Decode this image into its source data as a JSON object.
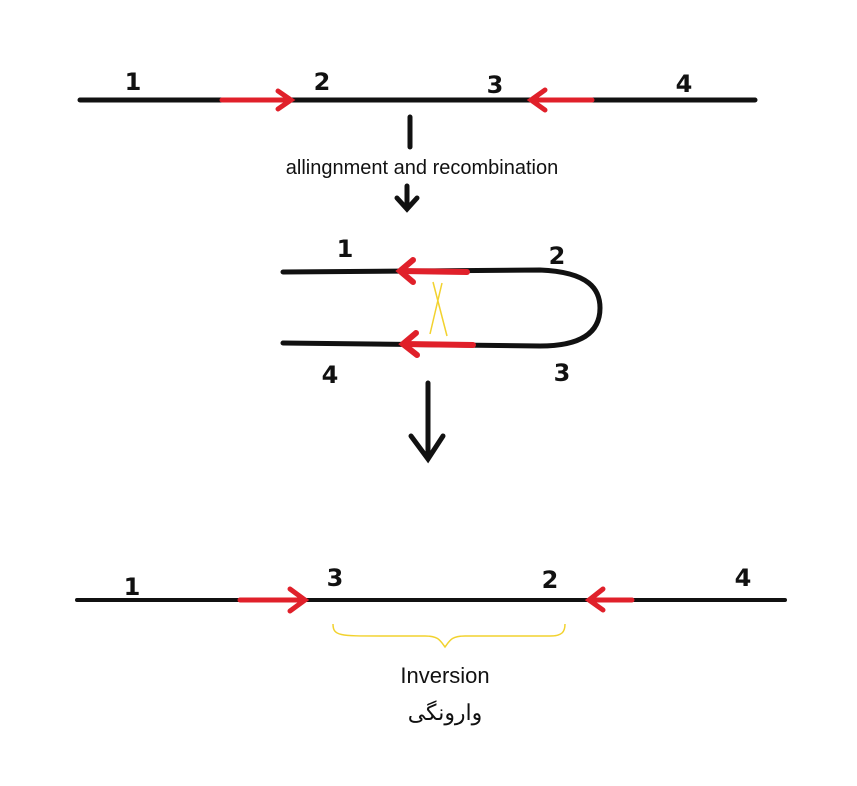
{
  "top": {
    "labels": [
      "1",
      "2",
      "3",
      "4"
    ]
  },
  "step_label": "allingnment and recombination",
  "middle": {
    "labels": [
      "1",
      "2",
      "4",
      "3"
    ]
  },
  "bottom": {
    "labels": [
      "1",
      "3",
      "2",
      "4"
    ]
  },
  "caption": {
    "english": "Inversion",
    "persian": "وارونگی"
  },
  "colors": {
    "line": "#111111",
    "arrow": "#e0202a",
    "highlight": "#f2d22e"
  }
}
